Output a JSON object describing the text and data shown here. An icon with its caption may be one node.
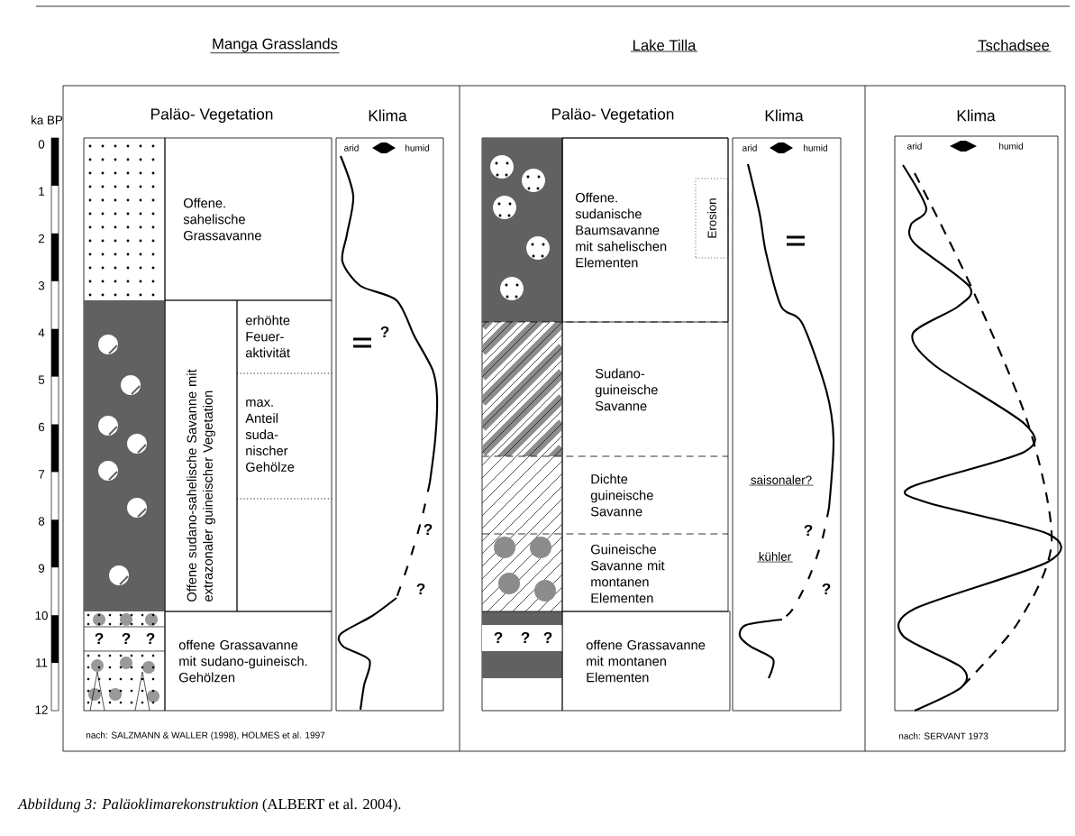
{
  "diagram": {
    "caption": "*Abbildung 3: Paläoklimarekonstruktion* (ALBERT et al. 2004).",
    "nodes": [
      {
        "text": [
          "Offene. sahelische Grassavanne"
        ]
      },
      {
        "text": [
          "Offene sudano-sahelische Savanne mit extrazonaler guineischer Vegetation"
        ]
      },
      {
        "text": [
          "erhöhte Feuer-aktivität"
        ]
      },
      {
        "text": [
          "max. Anteil suda-nischer Gehölze"
        ]
      },
      {
        "text": [
          "offene Grassavanne mit sudano-guineisch. Gehölzen"
        ]
      },
      {
        "text": [
          "arid",
          "humid",
          "?",
          "?",
          "?"
        ]
      },
      {
        "text": [
          "Offene. sudanische Baumsavanne mit sahelischen Elementen"
        ]
      },
      {
        "text": [
          "Erosion"
        ],
        "in": 6
      },
      {
        "text": [
          "Sudano-guineische Savanne"
        ]
      },
      {
        "text": [
          "Dichte guineische Savanne"
        ]
      },
      {
        "text": [
          "Guineische Savanne mit montanen Elementen"
        ]
      },
      {
        "text": [
          "offene Grassavanne mit montanen Elementen"
        ]
      },
      {
        "text": [
          "arid",
          "humid",
          "saisonaler?",
          "?",
          "kühler",
          "?"
        ]
      },
      {
        "text": [
          "arid",
          "humid"
        ]
      }
    ],
    "labels": [
      "Manga Grasslands",
      "Lake Tilla",
      "Tschadsee",
      "ka BP",
      "Paläo- Vegetation",
      "Klima",
      "Paläo- Vegetation",
      "Klima",
      "Klima",
      "0",
      "1",
      "2",
      "3",
      "4",
      "5",
      "6",
      "7",
      "8",
      "9",
      "10",
      "11",
      "12",
      "?",
      "?",
      "?",
      "?",
      "?",
      "?",
      "nach: SALZMANN & WALLER (1998), HOLMES et al. 1997",
      "nach: SERVANT 1973"
    ]
  }
}
